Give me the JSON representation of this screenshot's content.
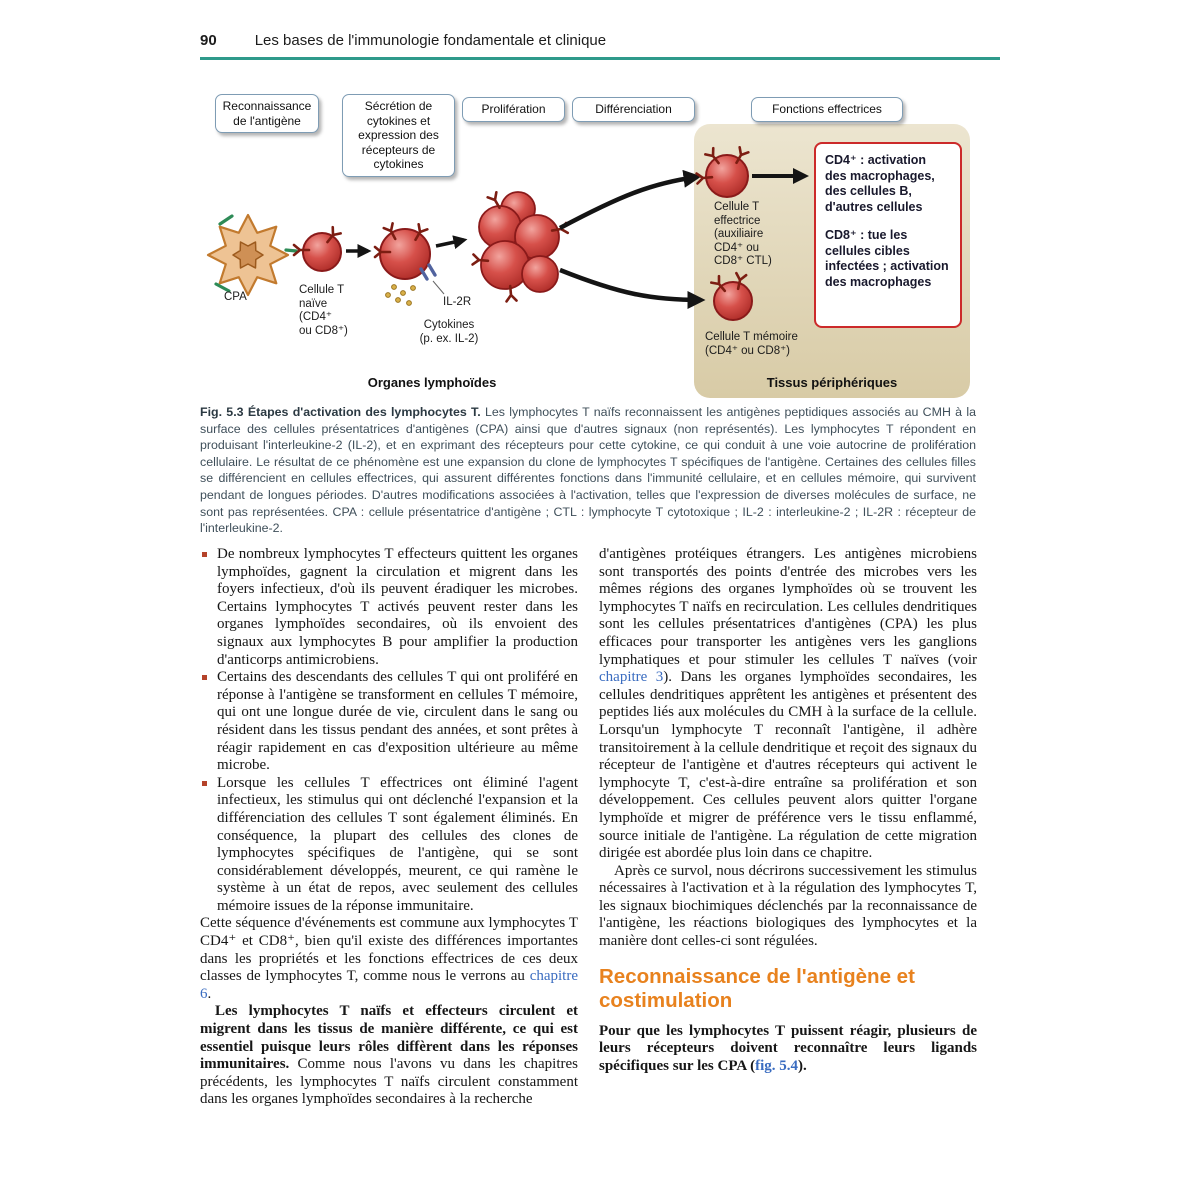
{
  "page": {
    "number": "90",
    "running_title": "Les bases de l'immunologie fondamentale et clinique"
  },
  "figure": {
    "stages": [
      "Reconnaissance\nde l'antigène",
      "Sécrétion de\ncytokines et\nexpression des\nrécepteurs de\ncytokines",
      "Prolifération",
      "Différenciation",
      "Fonctions effectrices"
    ],
    "cpa_label": "CPA",
    "naive_label": "Cellule T\nnaïve\n(CD4⁺\nou CD8⁺)",
    "il2r_label": "IL-2R",
    "cytokines_label": "Cytokines\n(p. ex. IL-2)",
    "effector_label": "Cellule T\neffectrice\n(auxiliaire\nCD4⁺ ou\nCD8⁺ CTL)",
    "memory_label": "Cellule T mémoire\n(CD4⁺ ou CD8⁺)",
    "box_cd4": "CD4⁺ : activation des macrophages, des cellules B, d'autres cellules",
    "box_cd8": "CD8⁺ : tue les cellules cibles infectées ; activation des macrophages",
    "organs_label": "Organes lymphoïdes",
    "tissues_label": "Tissus périphériques"
  },
  "caption": {
    "fig_label": "Fig. 5.3 ",
    "fig_title": "Étapes d'activation des lymphocytes T. ",
    "text": "Les lymphocytes T naïfs reconnaissent les antigènes peptidiques associés au CMH à la surface des cellules présentatrices d'antigènes (CPA) ainsi que d'autres signaux (non représentés). Les lymphocytes T répondent en produisant l'interleukine-2 (IL-2), et en exprimant des récepteurs pour cette cytokine, ce qui conduit à une voie autocrine de prolifération cellulaire. Le résultat de ce phénomène est une expansion du clone de lymphocytes T spécifiques de l'antigène. Certaines des cellules filles se différencient en cellules effectrices, qui assurent différentes fonctions dans l'immunité cellulaire, et en cellules mémoire, qui survivent pendant de longues périodes. D'autres modifications associées à l'activation, telles que l'expression de diverses molécules de surface, ne sont pas représentées. CPA : cellule présentatrice d'antigène ; CTL : lymphocyte T cytotoxique ; IL-2 : interleukine-2 ; IL-2R : récepteur de l'interleukine-2."
  },
  "body": {
    "left": {
      "bullets": [
        "De nombreux lymphocytes T effecteurs quittent les organes lymphoïdes, gagnent la circulation et migrent dans les foyers infectieux, d'où ils peuvent éradiquer les microbes. Certains lymphocytes T activés peuvent rester dans les organes lymphoïdes secondaires, où ils envoient des signaux aux lymphocytes B pour amplifier la production d'anticorps antimicrobiens.",
        "Certains des descendants des cellules T qui ont proliféré en réponse à l'antigène se transforment en cellules T mémoire, qui ont une longue durée de vie, circulent dans le sang ou résident dans les tissus pendant des années, et sont prêtes à réagir rapidement en cas d'exposition ultérieure au même microbe.",
        "Lorsque les cellules T effectrices ont éliminé l'agent infectieux, les stimulus qui ont déclenché l'expansion et la différenciation des cellules T sont également éliminés. En conséquence, la plupart des cellules des clones de lymphocytes spécifiques de l'antigène, qui se sont considérablement développés, meurent, ce qui ramène le système à un état de repos, avec seulement des cellules mémoire issues de la réponse immunitaire."
      ],
      "seq_pre": "Cette séquence d'événements est commune aux lymphocytes T CD4⁺ et CD8⁺, bien qu'il existe des différences importantes dans les propriétés et les fonctions effectrices de ces deux classes de lymphocytes T, comme nous le verrons au ",
      "seq_link": "chapitre 6",
      "seq_post": ".",
      "naive_bold": "Les lymphocytes T naïfs et effecteurs circulent et migrent dans les tissus de manière différente, ce qui est essentiel puisque leurs rôles diffèrent dans les réponses immunitaires.",
      "naive_rest": " Comme nous l'avons vu dans les chapitres précédents, les lymphocytes T naïfs circulent constamment dans les organes lymphoïdes secondaires à la recherche"
    },
    "right": {
      "r1_pre": "d'antigènes protéiques étrangers. Les antigènes microbiens sont transportés des points d'entrée des microbes vers les mêmes régions des organes lymphoïdes où se trouvent les lymphocytes T naïfs en recirculation. Les cellules dendritiques sont les cellules présentatrices d'antigènes (CPA) les plus efficaces pour transporter les antigènes vers les ganglions lymphatiques et pour stimuler les cellules T naïves (voir ",
      "r1_link": "chapitre 3",
      "r1_post": "). Dans les organes lymphoïdes secondaires, les cellules dendritiques apprêtent les antigènes et présentent des peptides liés aux molécules du CMH à la surface de la cellule. Lorsqu'un lymphocyte T reconnaît l'antigène, il adhère transitoirement à la cellule dendritique et reçoit des signaux du récepteur de l'antigène et d'autres récepteurs qui activent le lymphocyte T, c'est-à-dire entraîne sa prolifération et son développement. Ces cellules peuvent alors quitter l'organe lymphoïde et migrer de préférence vers le tissu enflammé, source initiale de l'antigène. La régulation de cette migration dirigée est abordée plus loin dans ce chapitre.",
      "r2": "Après ce survol, nous décrirons successivement les stimulus nécessaires à l'activation et à la régulation des lymphocytes T, les signaux biochimiques déclenchés par la reconnaissance de l'antigène, les réactions biologiques des lymphocytes et la manière dont celles-ci sont régulées.",
      "heading": "Reconnaissance de l'antigène et costimulation",
      "r3_pre": "Pour que les lymphocytes T puissent réagir, plusieurs de leurs récepteurs doivent reconnaître leurs ligands spécifiques sur les CPA (",
      "r3_link": "fig. 5.4",
      "r3_post": ")."
    }
  },
  "colors": {
    "teal": "#2f9a8b",
    "orange_heading": "#e8821e",
    "link": "#3a6cc0",
    "bullet": "#b5432a",
    "red_border": "#cc2a2a",
    "beige_top": "#ece5d0",
    "beige_bottom": "#d8cba6",
    "caption_text": "#3f4f5a"
  }
}
